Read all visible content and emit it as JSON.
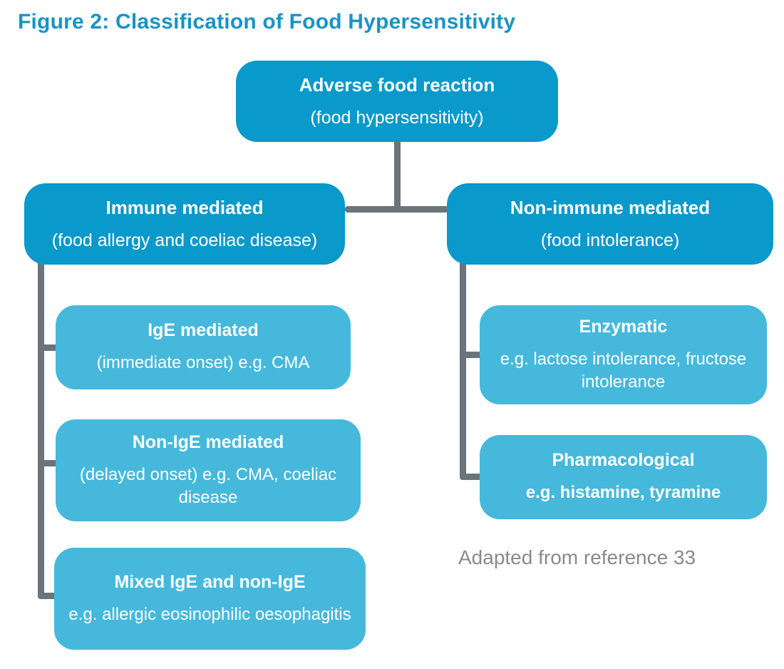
{
  "title": "Figure 2: Classification of Food Hypersensitivity",
  "caption": "Adapted from reference 33",
  "colors": {
    "title": "#1794C7",
    "primary": "#0999CA",
    "secondary": "#46B8DC",
    "connector": "#6B737B",
    "caption": "#8A8A8A",
    "box_text": "#FFFFFF"
  },
  "nodes": {
    "root": {
      "heading": "Adverse food reaction",
      "sub": "(food hypersensitivity)"
    },
    "immune": {
      "heading": "Immune mediated",
      "sub": "(food allergy and coeliac disease)"
    },
    "non_immune": {
      "heading": "Non-immune mediated",
      "sub": "(food intolerance)"
    },
    "ige": {
      "heading": "IgE mediated",
      "sub": "(immediate onset) e.g. CMA"
    },
    "non_ige": {
      "heading": "Non-IgE mediated",
      "sub": "(delayed onset) e.g. CMA, coeliac disease"
    },
    "mixed": {
      "heading": "Mixed IgE and non-IgE",
      "sub": "e.g. allergic eosinophilic oesophagitis"
    },
    "enzymatic": {
      "heading": "Enzymatic",
      "sub": "e.g. lactose intolerance, fructose intolerance"
    },
    "pharmacological": {
      "heading": "Pharmacological",
      "sub": "e.g. histamine, tyramine"
    }
  }
}
